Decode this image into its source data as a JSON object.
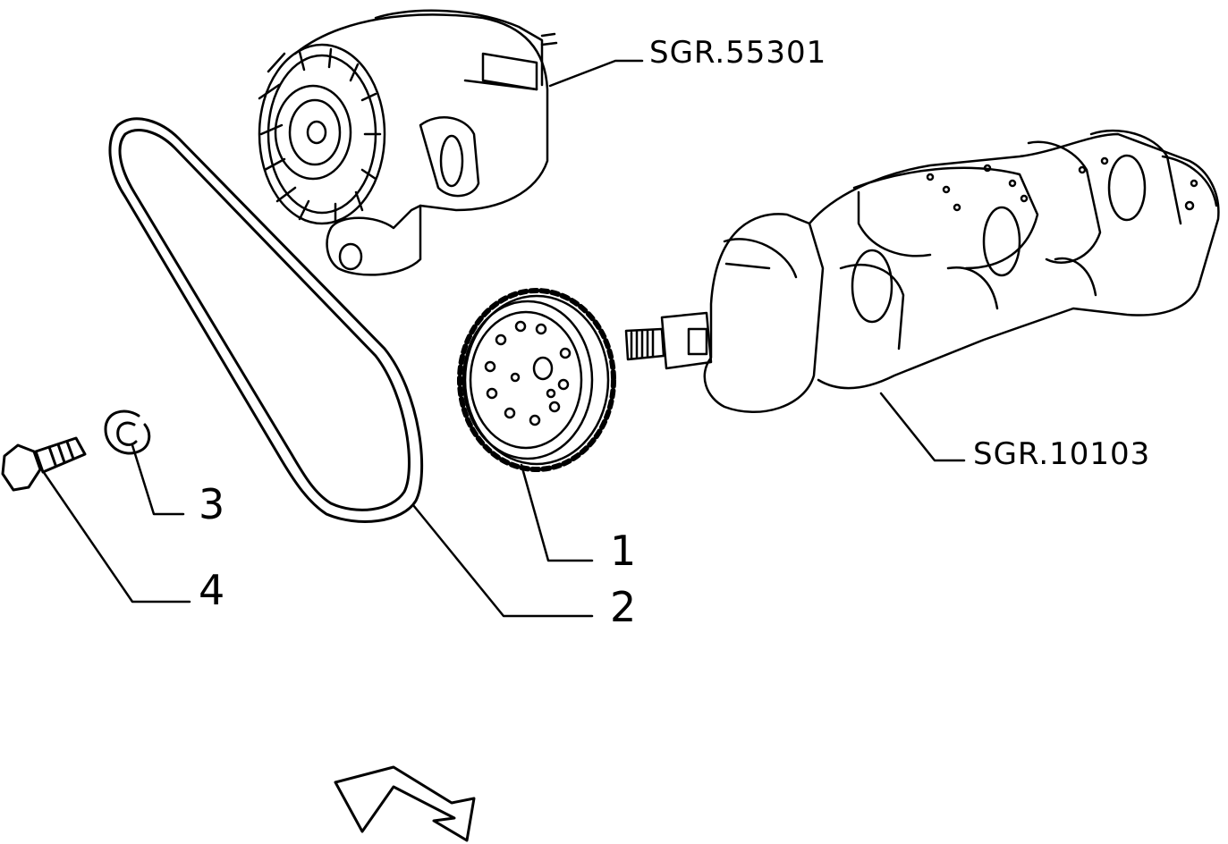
{
  "diagram": {
    "references": {
      "alternator_ref": "SGR.55301",
      "crankshaft_ref": "SGR.10103"
    },
    "callouts": {
      "pulley": "1",
      "belt": "2",
      "washer": "3",
      "bolt": "4"
    },
    "colors": {
      "ink": "#000000",
      "paper": "#ffffff"
    },
    "icons": {
      "direction_arrow": "arrow-right-down-icon"
    }
  }
}
